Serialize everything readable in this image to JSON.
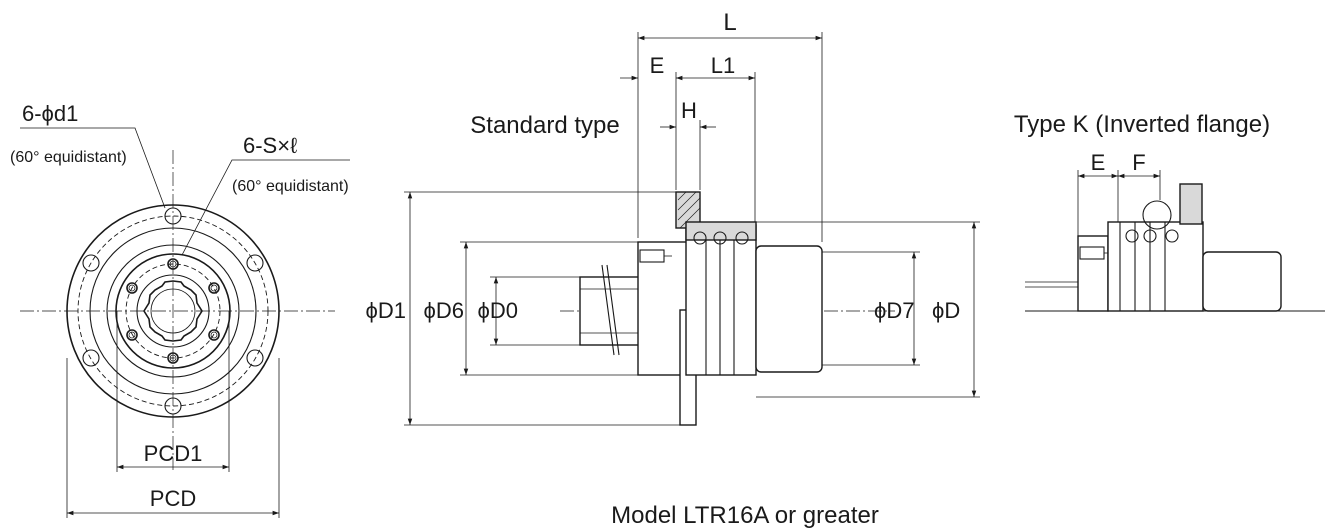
{
  "front_view": {
    "hole_callout": "6-ϕd1",
    "hole_note": "(60° equidistant)",
    "tap_callout": "6-S×ℓ",
    "tap_note": "(60° equidistant)",
    "pcd1_label": "PCD1",
    "pcd_label": "PCD"
  },
  "standard_view": {
    "title": "Standard type",
    "dim_L": "L",
    "dim_E": "E",
    "dim_L1": "L1",
    "dim_H": "H",
    "dim_D1": "ϕD1",
    "dim_D6": "ϕD6",
    "dim_D0": "ϕD0",
    "dim_D7": "ϕD7",
    "dim_D": "ϕD"
  },
  "type_k_view": {
    "title": "Type K (Inverted flange)",
    "dim_E": "E",
    "dim_F": "F"
  },
  "caption": "Model LTR16A or greater"
}
